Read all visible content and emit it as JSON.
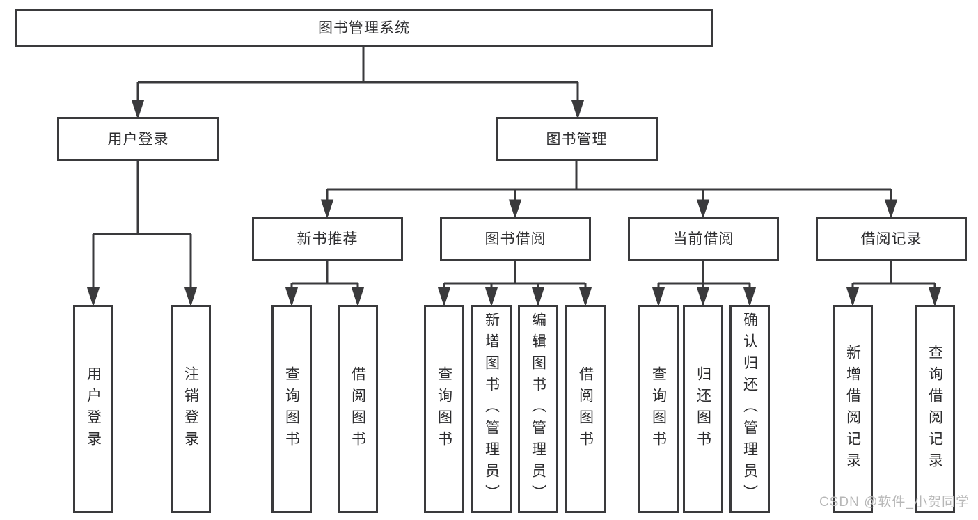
{
  "tree": {
    "root": {
      "label": "图书管理系统"
    },
    "children": [
      {
        "label": "用户登录",
        "children": [
          {
            "label": "用户登录"
          },
          {
            "label": "注销登录"
          }
        ]
      },
      {
        "label": "图书管理",
        "children": [
          {
            "label": "新书推荐",
            "children": [
              {
                "label": "查询图书"
              },
              {
                "label": "借阅图书"
              }
            ]
          },
          {
            "label": "图书借阅",
            "children": [
              {
                "label": "查询图书"
              },
              {
                "label": "新增图书（管理员）"
              },
              {
                "label": "编辑图书（管理员）"
              },
              {
                "label": "借阅图书"
              }
            ]
          },
          {
            "label": "当前借阅",
            "children": [
              {
                "label": "查询图书"
              },
              {
                "label": "归还图书"
              },
              {
                "label": "确认归还（管理员）"
              }
            ]
          },
          {
            "label": "借阅记录",
            "children": [
              {
                "label": "新增借阅记录"
              },
              {
                "label": "查询借阅记录"
              }
            ]
          }
        ]
      }
    ]
  },
  "watermark": {
    "text": "CSDN @软件_小贺同学"
  },
  "colors": {
    "line": "#3a3a3c",
    "text": "#2d2d2f",
    "watermark": "#b7b7b7",
    "background": "#ffffff"
  }
}
